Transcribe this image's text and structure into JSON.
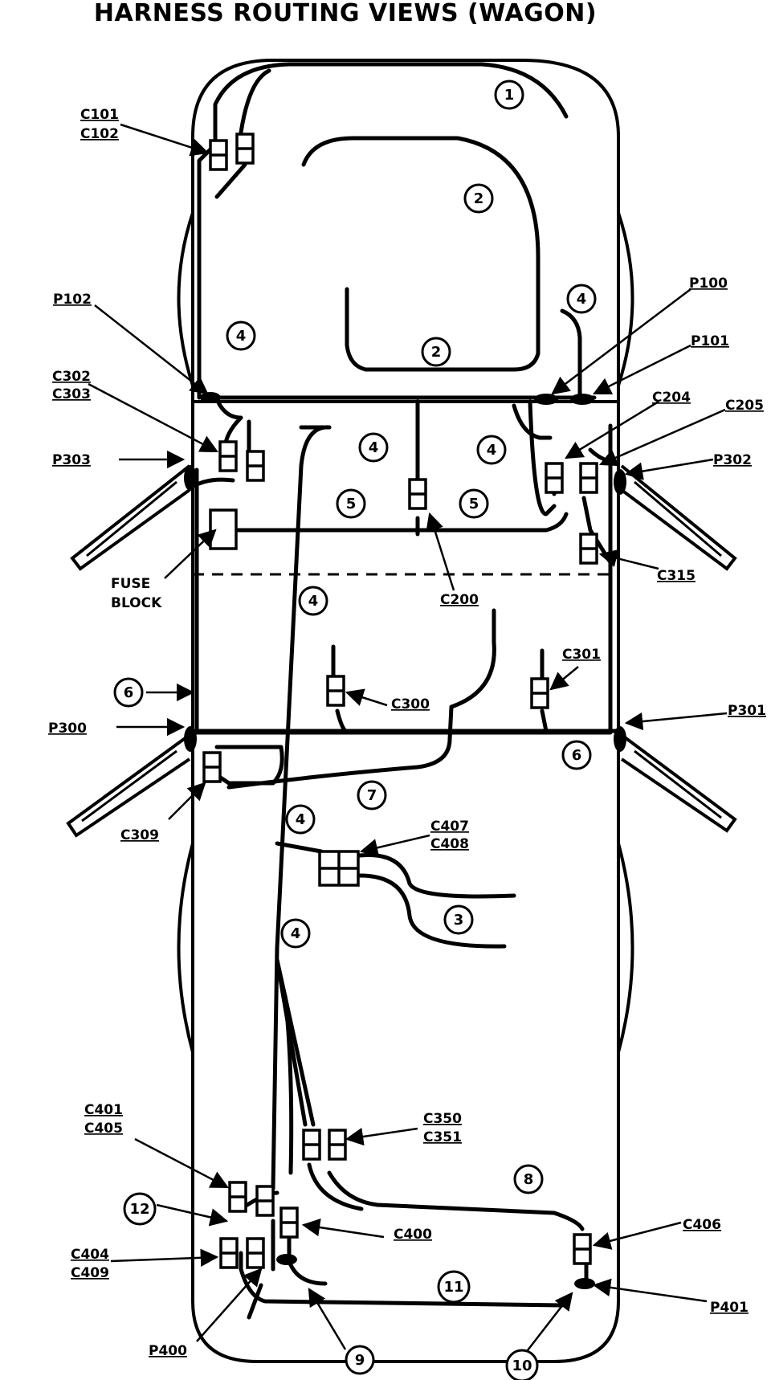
{
  "title": "HARNESS ROUTING VIEWS (WAGON)",
  "connector_labels": {
    "c101": "C101",
    "c102": "C102",
    "p102": "P102",
    "c302": "C302",
    "c303": "C303",
    "p303": "P303",
    "fuse_block_1": "FUSE",
    "fuse_block_2": "BLOCK",
    "p100": "P100",
    "p101": "P101",
    "c204": "C204",
    "c205": "C205",
    "p302": "P302",
    "c315": "C315",
    "c200": "C200",
    "c300": "C300",
    "c301": "C301",
    "p300": "P300",
    "p301": "P301",
    "c309": "C309",
    "c407": "C407",
    "c408": "C408",
    "c350": "C350",
    "c351": "C351",
    "c401": "C401",
    "c405": "C405",
    "c400": "C400",
    "c406": "C406",
    "c404": "C404",
    "c409": "C409",
    "p400": "P400",
    "p401": "P401"
  },
  "callouts": {
    "n1": "1",
    "n2a": "2",
    "n2b": "2",
    "n3": "3",
    "n4a": "4",
    "n4b": "4",
    "n4c": "4",
    "n4d": "4",
    "n4e": "4",
    "n4f": "4",
    "n4g": "4",
    "n5a": "5",
    "n5b": "5",
    "n6a": "6",
    "n6b": "6",
    "n7": "7",
    "n8": "8",
    "n9": "9",
    "n10": "10",
    "n11": "11",
    "n12": "12"
  }
}
